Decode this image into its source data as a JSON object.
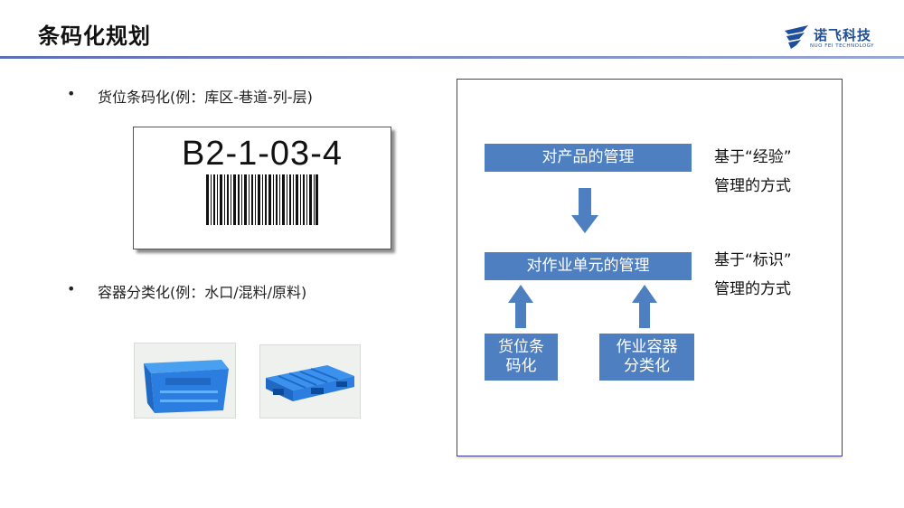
{
  "header": {
    "title": "条码化规划",
    "logo_name": "诺飞科技",
    "logo_tagline": "NUO FEI TECHNOLOGY"
  },
  "left": {
    "bullet_symbol": "•",
    "bullet1": "货位条码化(例：库区-巷道-列-层)",
    "barcode_label": "B2-1-03-4",
    "bullet2": "容器分类化(例：水口/混料/原料)"
  },
  "diagram": {
    "top_node": "对产品的管理",
    "middle_node": "对作业单元的管理",
    "bottom_left_node": "货位条\n码化",
    "bottom_right_node": "作业容器\n分类化",
    "note_top": "基于“经验”\n管理的方式",
    "note_bottom": "基于“标识”\n管理的方式"
  },
  "colors": {
    "node_fill": "#4e7fc0",
    "arrow_fill": "#4e7fc0",
    "frame_border": "#3a3aa0",
    "header_rule": "#5b6fb4",
    "logo": "#1d4f9a",
    "container_blue": "#2b7ee0"
  },
  "icons": {
    "logo": "stylized-wing-logo",
    "photo1": "blue-plastic-crate",
    "photo2": "blue-plastic-pallet"
  }
}
